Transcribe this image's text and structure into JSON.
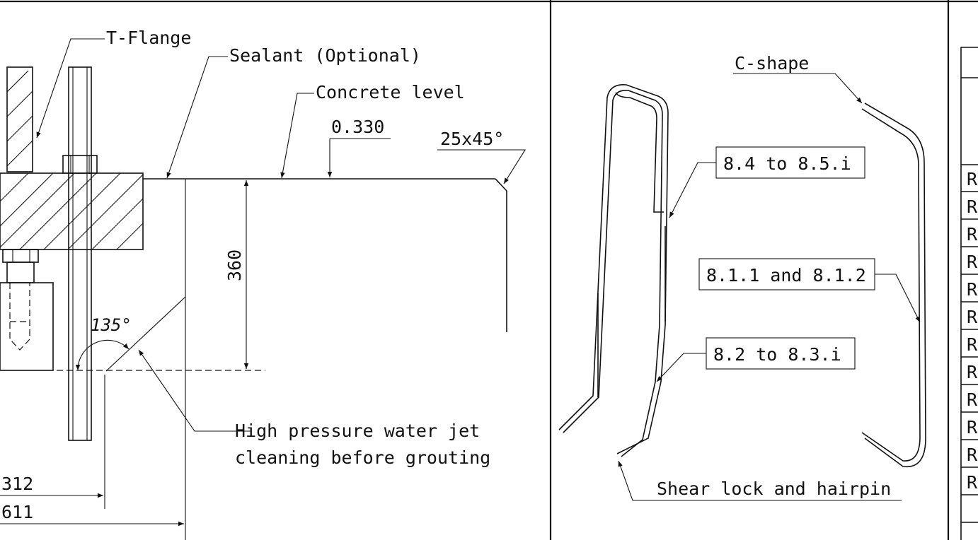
{
  "labels": {
    "t_flange": "T-Flange",
    "sealant": "Sealant (Optional)",
    "concrete_level": "Concrete level",
    "level_value": "0.330",
    "chamfer": "25x45°",
    "height_dim": "360",
    "angle": "135°",
    "water_jet_line1": "High pressure water jet",
    "water_jet_line2": "cleaning before grouting",
    "dim_312": "312",
    "dim_611": "611",
    "c_shape": "C-shape",
    "ref_84": "8.4 to 8.5.i",
    "ref_811": "8.1.1 and 8.1.2",
    "ref_82": "8.2 to 8.3.i",
    "shear_lock": "Shear lock and hairpin"
  },
  "table": {
    "row_prefixes": [
      "R",
      "R",
      "R",
      "R",
      "R",
      "R",
      "R",
      "R",
      "R",
      "R",
      "R",
      "R"
    ]
  }
}
